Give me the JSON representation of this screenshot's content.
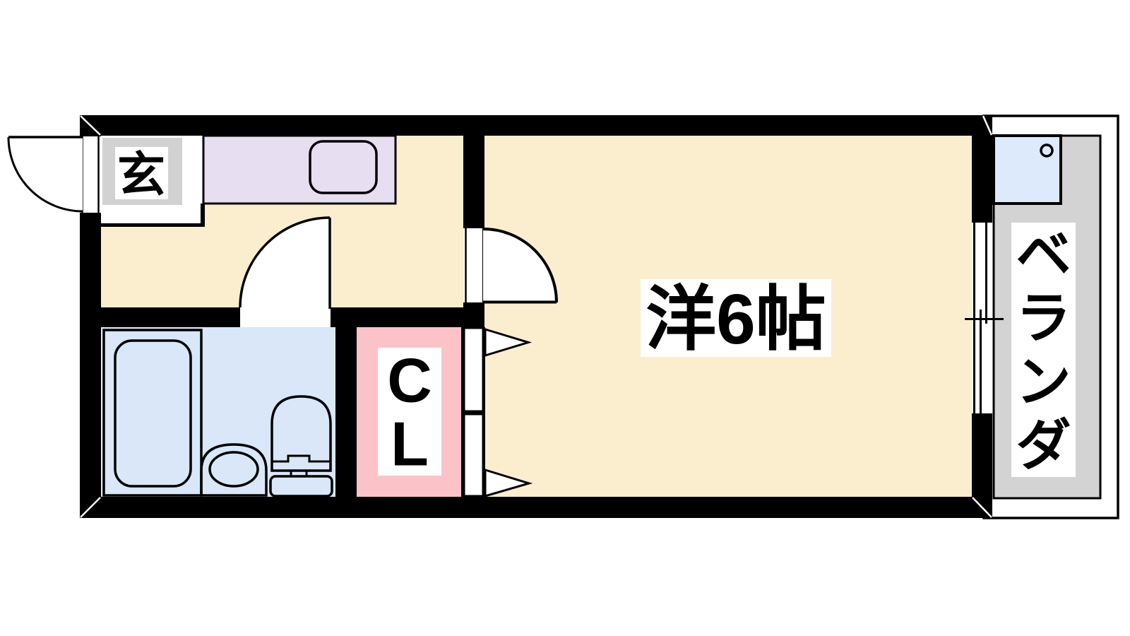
{
  "plan": {
    "type": "apartment-floor-plan-1K",
    "rooms": {
      "entrance_label": "玄",
      "closet_label_chars": [
        "C",
        "L"
      ],
      "bedroom_label": "洋6帖",
      "veranda_label_chars": [
        "ベ",
        "ラ",
        "ン",
        "ダ"
      ]
    },
    "colors": {
      "background": "#FFFFFF",
      "wall": "#000000",
      "floor": "#FBEECF",
      "kitchen_counter": "#E8DEF2",
      "bathroom": "#D9E7F8",
      "closet": "#FBC3C7",
      "veranda_floor": "#D3D3D3",
      "entrance_box": "#D2D2D2",
      "washer_pan": "#DCEAFB",
      "label_box": "#FFFFFF"
    }
  }
}
